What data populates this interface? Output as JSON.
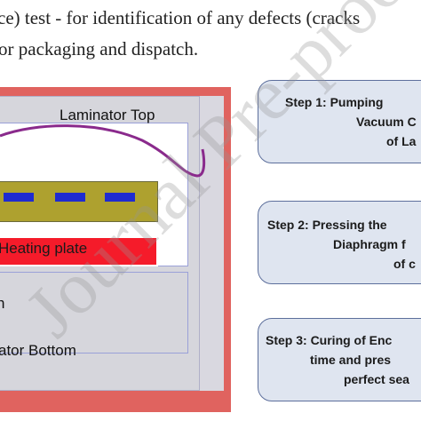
{
  "text": {
    "line1": "ce) test - for identification of any defects (cracks",
    "line2": "or packaging and dispatch."
  },
  "diagram": {
    "label_top": "Laminator Top",
    "label_heating": "Heating plate",
    "label_mid": "n",
    "label_bottom": "ator Bottom",
    "colors": {
      "frame": "#e0635f",
      "heating_plate": "#f51b2a",
      "module": "#aea12f",
      "cells": "#1f2bd1",
      "membrane": "#8a2a8c"
    }
  },
  "steps": [
    {
      "lines": [
        "Step 1:   Pumping",
        "Vacuum C",
        "of La"
      ]
    },
    {
      "lines": [
        "Step 2:  Pressing the",
        "Diaphragm f",
        "of c"
      ]
    },
    {
      "lines": [
        "Step 3: Curing of Enc",
        "time and pres",
        "perfect sea"
      ]
    }
  ],
  "watermark": "Journal Pre-proof"
}
